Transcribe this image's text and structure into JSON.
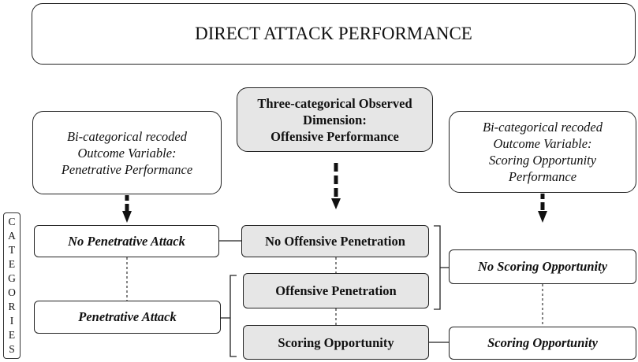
{
  "title": "DIRECT ATTACK PERFORMANCE",
  "left_header": {
    "line1": "Bi-categorical recoded",
    "line2": "Outcome Variable:",
    "line3": "Penetrative Performance"
  },
  "center_header": {
    "line1": "Three-categorical Observed",
    "line2": "Dimension:",
    "line3": "Offensive Performance"
  },
  "right_header": {
    "line1": "Bi-categorical recoded",
    "line2": "Outcome Variable:",
    "line3": "Scoring Opportunity",
    "line4": "Performance"
  },
  "side_label": [
    "C",
    "A",
    "T",
    "E",
    "G",
    "O",
    "R",
    "I",
    "E",
    "S"
  ],
  "left_categories": [
    "No Penetrative Attack",
    "Penetrative Attack"
  ],
  "center_categories": [
    "No Offensive Penetration",
    "Offensive Penetration",
    "Scoring Opportunity"
  ],
  "right_categories": [
    "No Scoring Opportunity",
    "Scoring Opportunity"
  ]
}
